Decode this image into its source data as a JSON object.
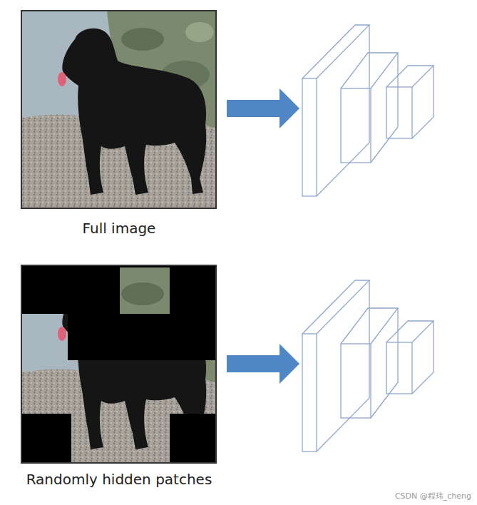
{
  "diagram": {
    "labels": [
      "Full image",
      "Randomly hidden patches",
      "CSDN @程玮_cheng"
    ]
  }
}
